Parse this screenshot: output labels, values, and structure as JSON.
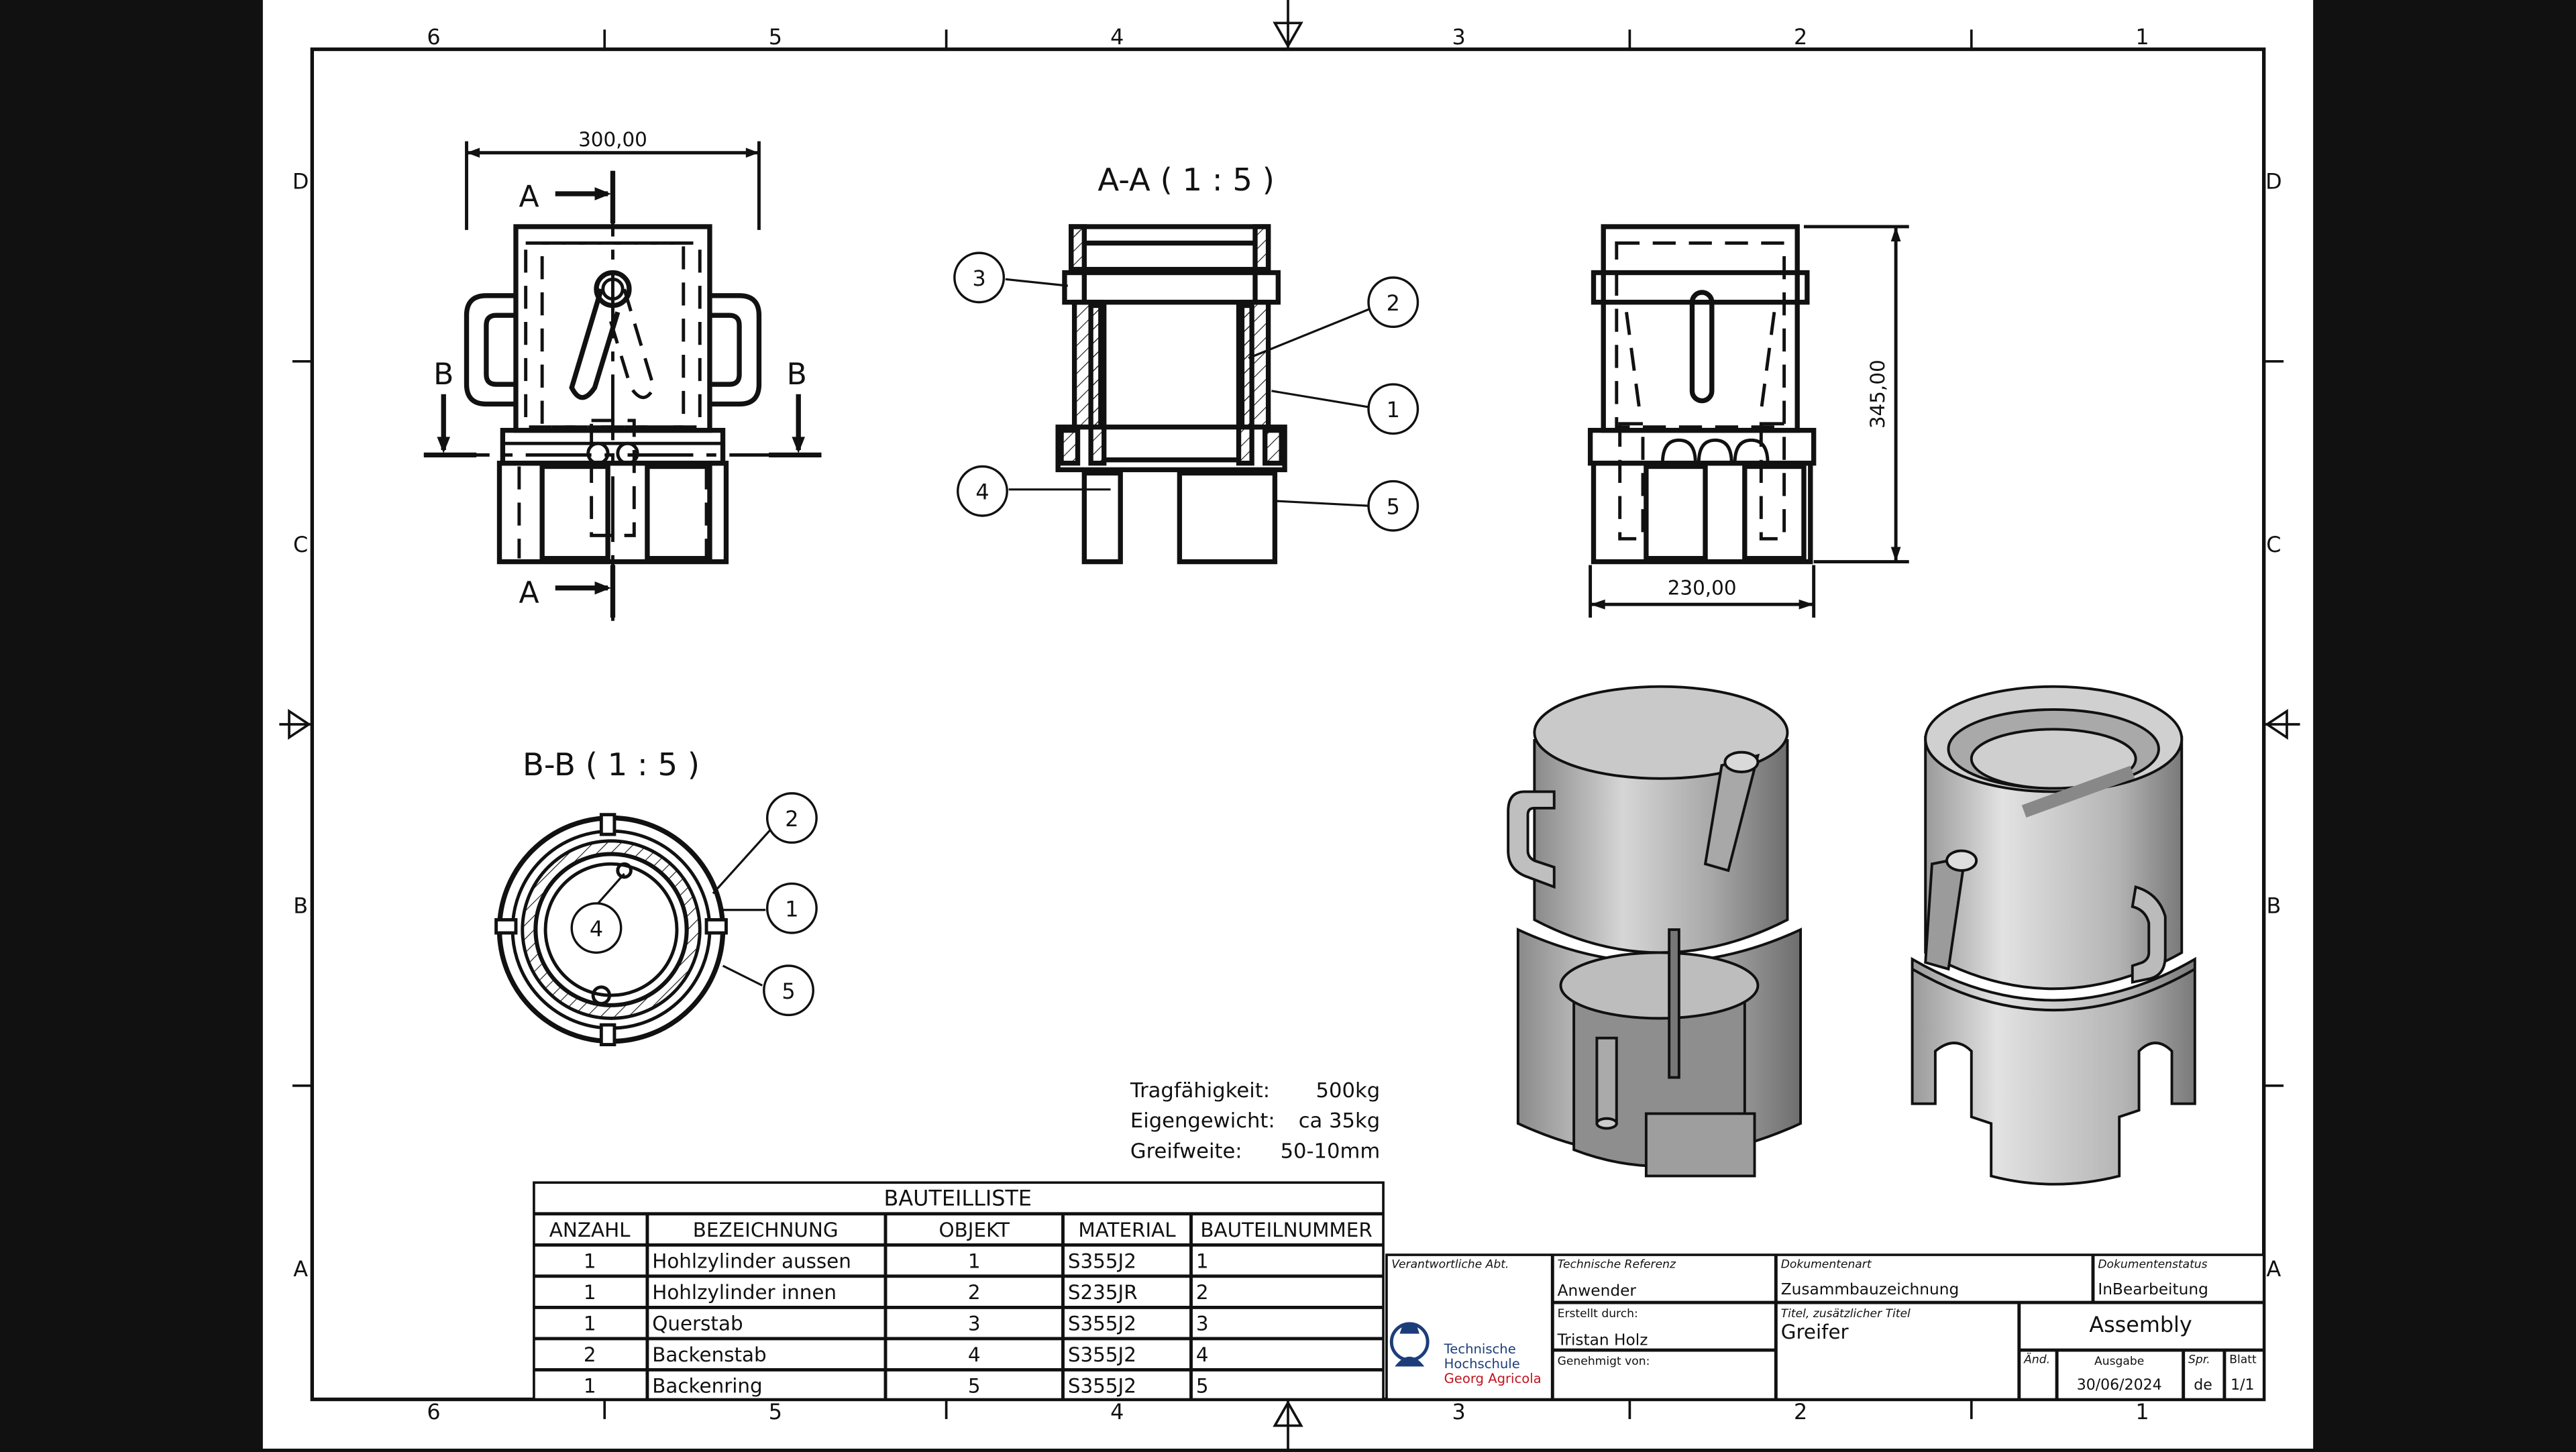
{
  "frame": {
    "columns": [
      "6",
      "5",
      "4",
      "3",
      "2",
      "1"
    ],
    "rows": [
      "D",
      "C",
      "B",
      "A"
    ]
  },
  "views": {
    "front_dim_width": "300,00",
    "section_a_mark": "A",
    "section_b_mark": "B",
    "section_aa_title": "A-A ( 1 : 5 )",
    "section_bb_title": "B-B ( 1 : 5 )",
    "side_dim_height": "345,00",
    "side_dim_width": "230,00",
    "balloons_aa": [
      "3",
      "2",
      "1",
      "4",
      "5"
    ],
    "balloons_bb": [
      "2",
      "1",
      "4",
      "5"
    ]
  },
  "specs": [
    {
      "label": "Tragfähigkeit:",
      "value": "500kg"
    },
    {
      "label": "Eigengewicht:",
      "value": "ca 35kg"
    },
    {
      "label": "Greifweite:",
      "value": "50-10mm"
    }
  ],
  "bom": {
    "title": "BAUTEILLISTE",
    "headers": [
      "ANZAHL",
      "BEZEICHNUNG",
      "OBJEKT",
      "MATERIAL",
      "BAUTEILNUMMER"
    ],
    "rows": [
      [
        "1",
        "Hohlzylinder aussen",
        "1",
        "S355J2",
        "1"
      ],
      [
        "1",
        "Hohlzylinder innen",
        "2",
        "S235JR",
        "2"
      ],
      [
        "1",
        "Querstab",
        "3",
        "S355J2",
        "3"
      ],
      [
        "2",
        "Backenstab",
        "4",
        "S355J2",
        "4"
      ],
      [
        "1",
        "Backenring",
        "5",
        "S355J2",
        "5"
      ]
    ]
  },
  "title_block": {
    "resp_dept_label": "Verantwortliche Abt.",
    "tech_ref_label": "Technische Referenz",
    "tech_ref_value": "Anwender",
    "created_by_label": "Erstellt durch:",
    "created_by_value": "Tristan Holz",
    "approved_by_label": "Genehmigt von:",
    "doc_type_label": "Dokumentenart",
    "doc_type_value": "Zusammbauzeichnung",
    "doc_status_label": "Dokumentenstatus",
    "doc_status_value": "InBearbeitung",
    "title_label": "Titel, zusätzlicher Titel",
    "title_value": "Greifer",
    "assembly": "Assembly",
    "rev_label": "Änd.",
    "issue_label": "Ausgabe",
    "issue_value": "30/06/2024",
    "lang_label": "Spr.",
    "lang_value": "de",
    "sheet_label": "Blatt",
    "sheet_value": "1/1",
    "logo_line1": "Technische",
    "logo_line2": "Hochschule",
    "logo_line3": "Georg Agricola"
  }
}
